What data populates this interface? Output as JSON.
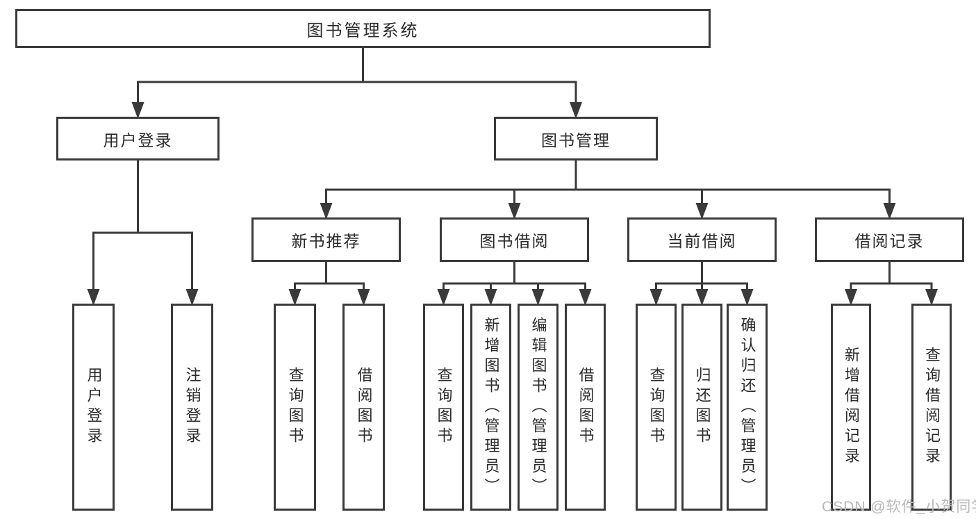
{
  "diagram": {
    "tree": {
      "id": "root",
      "label": "图书管理系统",
      "children": [
        {
          "id": "user-login",
          "label": "用户登录",
          "children": [
            {
              "id": "login-action",
              "label": "用户登录",
              "vertical": true
            },
            {
              "id": "logout-action",
              "label": "注销登录",
              "vertical": true
            }
          ]
        },
        {
          "id": "book-mgmt",
          "label": "图书管理",
          "children": [
            {
              "id": "new-book-recommend",
              "label": "新书推荐",
              "children": [
                {
                  "id": "rec-query-books",
                  "label": "查询图书",
                  "vertical": true
                },
                {
                  "id": "rec-borrow-books",
                  "label": "借阅图书",
                  "vertical": true
                }
              ]
            },
            {
              "id": "book-borrow",
              "label": "图书借阅",
              "children": [
                {
                  "id": "bb-query-books",
                  "label": "查询图书",
                  "vertical": true
                },
                {
                  "id": "bb-add-books",
                  "label": "新增图书（管理员）",
                  "vertical": true
                },
                {
                  "id": "bb-edit-books",
                  "label": "编辑图书（管理员）",
                  "vertical": true
                },
                {
                  "id": "bb-borrow-books",
                  "label": "借阅图书",
                  "vertical": true
                }
              ]
            },
            {
              "id": "current-borrow",
              "label": "当前借阅",
              "children": [
                {
                  "id": "cb-query-books",
                  "label": "查询图书",
                  "vertical": true
                },
                {
                  "id": "cb-return-books",
                  "label": "归还图书",
                  "vertical": true
                },
                {
                  "id": "cb-confirm-return",
                  "label": "确认归还（管理员）",
                  "vertical": true
                }
              ]
            },
            {
              "id": "borrow-records",
              "label": "借阅记录",
              "children": [
                {
                  "id": "br-add-record",
                  "label": "新增借阅记录",
                  "vertical": true
                },
                {
                  "id": "br-query-record",
                  "label": "查询借阅记录",
                  "vertical": true
                }
              ]
            }
          ]
        }
      ]
    }
  },
  "watermark": {
    "text": "CSDN @软件_小贺同学"
  },
  "colors": {
    "line": "#3a3a3a",
    "box_border": "#3a3a3a",
    "text": "#2a2a2a",
    "background": "#ffffff",
    "watermark": "#b8b8b8"
  }
}
